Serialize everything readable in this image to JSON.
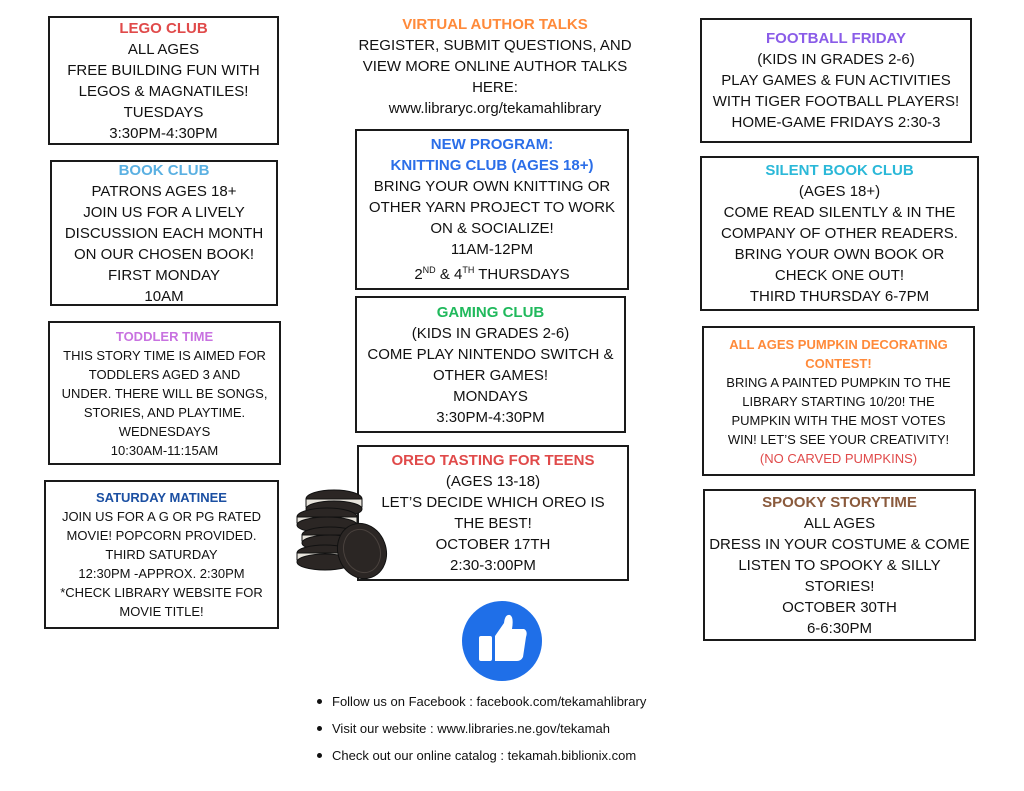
{
  "colors": {
    "lego": "#e04a4a",
    "book": "#5ab0e2",
    "toddler": "#c872e0",
    "saturday": "#1b4fa2",
    "virtual": "#ff8a3a",
    "knitting": "#2b6ee8",
    "gaming": "#20b95c",
    "oreo": "#e04a4a",
    "football": "#8a5ce8",
    "silent": "#2bb8d8",
    "pumpkin": "#ff8a3a",
    "spooky": "#8a5a3c",
    "no_carved": "#e04a4a",
    "like_icon": "#1f6fe8"
  },
  "boxes": {
    "lego": {
      "title": "LEGO CLUB",
      "lines": [
        "ALL AGES",
        "FREE BUILDING FUN WITH",
        "LEGOS & MAGNATILES!",
        "TUESDAYS",
        "3:30PM-4:30PM"
      ]
    },
    "book": {
      "title": "BOOK CLUB",
      "lines": [
        "PATRONS AGES 18+",
        "JOIN US FOR A LIVELY",
        "DISCUSSION EACH MONTH",
        "ON OUR CHOSEN BOOK!",
        "FIRST MONDAY",
        "10AM"
      ]
    },
    "toddler": {
      "title": "TODDLER TIME",
      "lines": [
        "THIS STORY TIME IS AIMED FOR",
        "TODDLERS AGED 3 AND",
        "UNDER. THERE WILL BE SONGS,",
        "STORIES, AND PLAYTIME.",
        "WEDNESDAYS",
        "10:30AM-11:15AM"
      ]
    },
    "saturday": {
      "title": "SATURDAY MATINEE",
      "lines": [
        "JOIN US FOR A G OR PG RATED",
        "MOVIE! POPCORN PROVIDED.",
        "THIRD SATURDAY",
        "12:30PM -APPROX. 2:30PM",
        "*CHECK LIBRARY WEBSITE FOR",
        "MOVIE TITLE!"
      ]
    },
    "virtual": {
      "title": "VIRTUAL AUTHOR TALKS",
      "lines": [
        "REGISTER, SUBMIT QUESTIONS, AND",
        "VIEW MORE ONLINE AUTHOR TALKS",
        "HERE:",
        "www.libraryc.org/tekamahlibrary"
      ]
    },
    "knitting": {
      "title": "NEW PROGRAM:",
      "title2": "KNITTING CLUB (AGES 18+)",
      "lines": [
        "BRING YOUR OWN KNITTING OR",
        "OTHER YARN PROJECT TO WORK",
        "ON & SOCIALIZE!",
        "11AM-12PM"
      ],
      "day_a": "2",
      "sup_a": "ND",
      "amp": " & 4",
      "sup_b": "TH",
      "day_rest": " THURSDAYS"
    },
    "gaming": {
      "title": "GAMING CLUB",
      "lines": [
        "(KIDS IN GRADES 2-6)",
        "COME PLAY NINTENDO SWITCH &",
        "OTHER GAMES!",
        "MONDAYS",
        "3:30PM-4:30PM"
      ]
    },
    "oreo": {
      "title": "OREO TASTING FOR TEENS",
      "lines": [
        "(AGES 13-18)",
        "LET’S DECIDE WHICH OREO IS",
        "THE BEST!",
        "OCTOBER 17TH",
        "2:30-3:00PM"
      ]
    },
    "football": {
      "title": "FOOTBALL FRIDAY",
      "lines": [
        "(KIDS IN GRADES 2-6)",
        "PLAY GAMES & FUN ACTIVITIES",
        "WITH TIGER FOOTBALL PLAYERS!",
        "HOME-GAME FRIDAYS 2:30-3"
      ]
    },
    "silent": {
      "title": "SILENT BOOK CLUB",
      "lines": [
        "(AGES 18+)",
        "COME READ SILENTLY & IN THE",
        "COMPANY OF OTHER READERS.",
        "BRING YOUR OWN BOOK OR",
        "CHECK ONE OUT!",
        "THIRD THURSDAY 6-7PM"
      ]
    },
    "pumpkin": {
      "title": "ALL AGES PUMPKIN DECORATING",
      "title2": "CONTEST!",
      "lines": [
        "BRING A PAINTED PUMPKIN TO THE",
        "LIBRARY STARTING 10/20! THE",
        "PUMPKIN WITH THE MOST VOTES",
        "WIN! LET’S SEE YOUR CREATIVITY!"
      ],
      "note": "(NO CARVED PUMPKINS)"
    },
    "spooky": {
      "title": "SPOOKY STORYTIME",
      "lines": [
        "ALL AGES",
        "DRESS IN YOUR COSTUME & COME",
        "LISTEN TO SPOOKY & SILLY",
        "STORIES!",
        "OCTOBER 30TH",
        "6-6:30PM"
      ]
    }
  },
  "links": [
    "Follow us on Facebook : facebook.com/tekamahlibrary",
    "Visit our website : www.libraries.ne.gov/tekamah",
    "Check out our online catalog : tekamah.biblionix.com"
  ]
}
